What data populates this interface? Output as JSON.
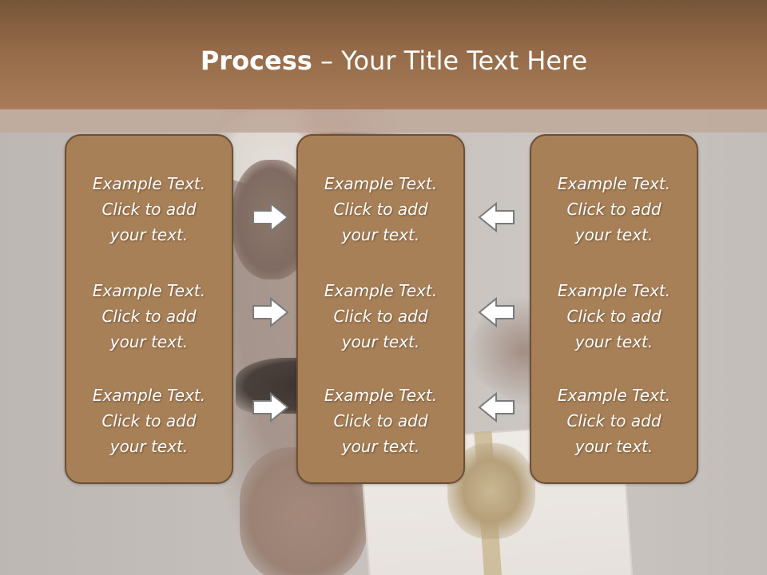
{
  "title": {
    "bold": "Process",
    "rest": " – Your Title Text Here"
  },
  "columns": [
    {
      "items": [
        {
          "lines": [
            "Example Text.",
            "Click  to add",
            "your text."
          ]
        },
        {
          "lines": [
            "Example Text.",
            "Click  to add",
            "your text."
          ]
        },
        {
          "lines": [
            "Example Text.",
            "Click  to add",
            "your text."
          ]
        }
      ]
    },
    {
      "items": [
        {
          "lines": [
            "Example Text.",
            "Click  to add",
            "your text."
          ]
        },
        {
          "lines": [
            "Example Text.",
            "Click  to add",
            "your text."
          ]
        },
        {
          "lines": [
            "Example Text.",
            "Click  to add",
            "your text."
          ]
        }
      ]
    },
    {
      "items": [
        {
          "lines": [
            "Example Text.",
            "Click  to add",
            "your text."
          ]
        },
        {
          "lines": [
            "Example Text.",
            "Click  to add",
            "your text."
          ]
        },
        {
          "lines": [
            "Example Text.",
            "Click  to add",
            "your text."
          ]
        }
      ]
    }
  ],
  "colors": {
    "header": "#946a48",
    "panel": "#a88058",
    "panel_border": "#6d4f34",
    "arrow_fill": "#ffffff",
    "arrow_stroke": "#7a7a7a"
  },
  "icons": {
    "left_arrows": "arrow-right-icon",
    "right_arrows": "arrow-left-icon"
  }
}
